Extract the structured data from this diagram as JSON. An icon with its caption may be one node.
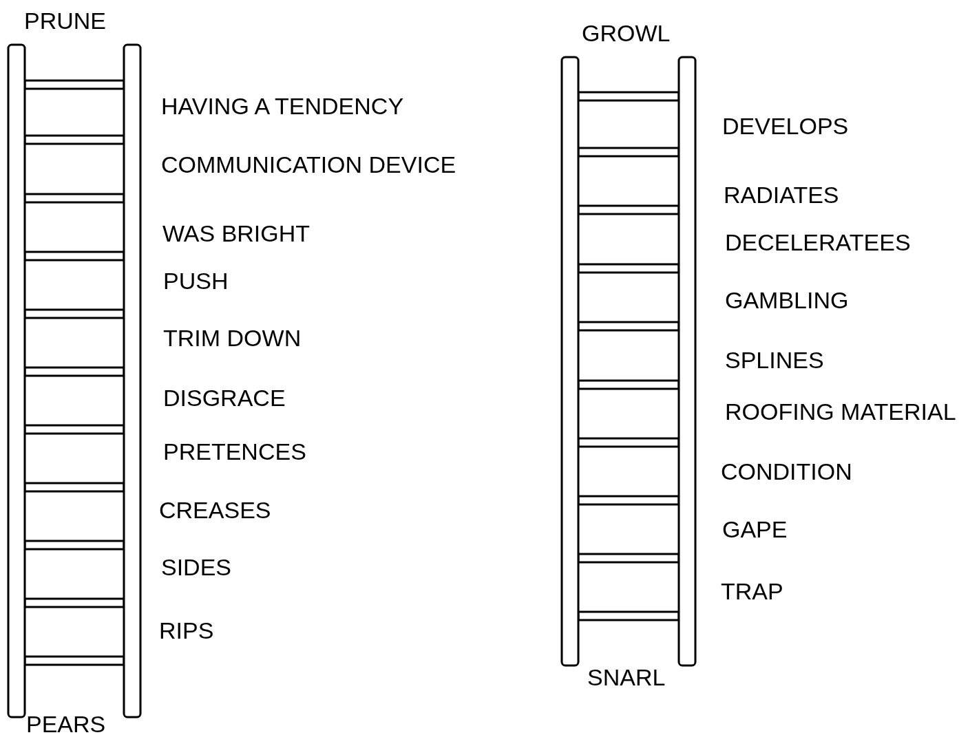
{
  "diagram": {
    "labels": [
      "PRUNE",
      "HAVING A TENDENCY",
      "COMMUNICATION DEVICE",
      "WAS BRIGHT",
      "PUSH",
      "TRIM DOWN",
      "DISGRACE",
      "PRETENCES",
      "CREASES",
      "SIDES",
      "RIPS",
      "PEARS",
      "GROWL",
      "DEVELOPS",
      "RADIATES",
      "DECELERATEES",
      "GAMBLING",
      "SPLINES",
      "ROOFING MATERIAL",
      "CONDITION",
      "GAPE",
      "TRAP",
      "SNARL"
    ]
  }
}
